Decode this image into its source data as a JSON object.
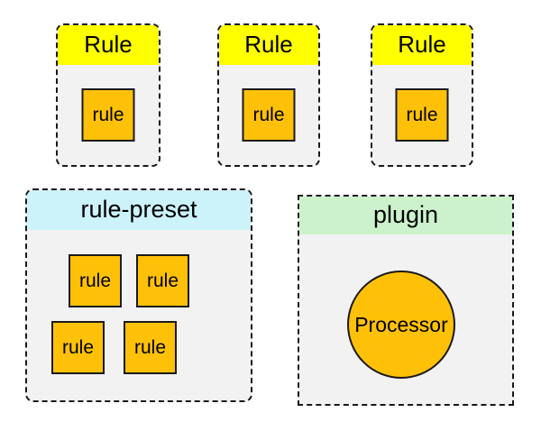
{
  "colors": {
    "yellow": "#ffff00",
    "cyan": "#ccf2fa",
    "green": "#ccf2cc",
    "body-gray": "#f2f2f2",
    "orange": "#ffc107",
    "line": "#1a1a1a"
  },
  "rule_boxes": [
    {
      "title": "Rule",
      "item": "rule"
    },
    {
      "title": "Rule",
      "item": "rule"
    },
    {
      "title": "Rule",
      "item": "rule"
    }
  ],
  "rule_preset": {
    "title": "rule-preset",
    "items": [
      "rule",
      "rule",
      "rule",
      "rule"
    ]
  },
  "plugin": {
    "title": "plugin",
    "node_label": "Processor"
  }
}
